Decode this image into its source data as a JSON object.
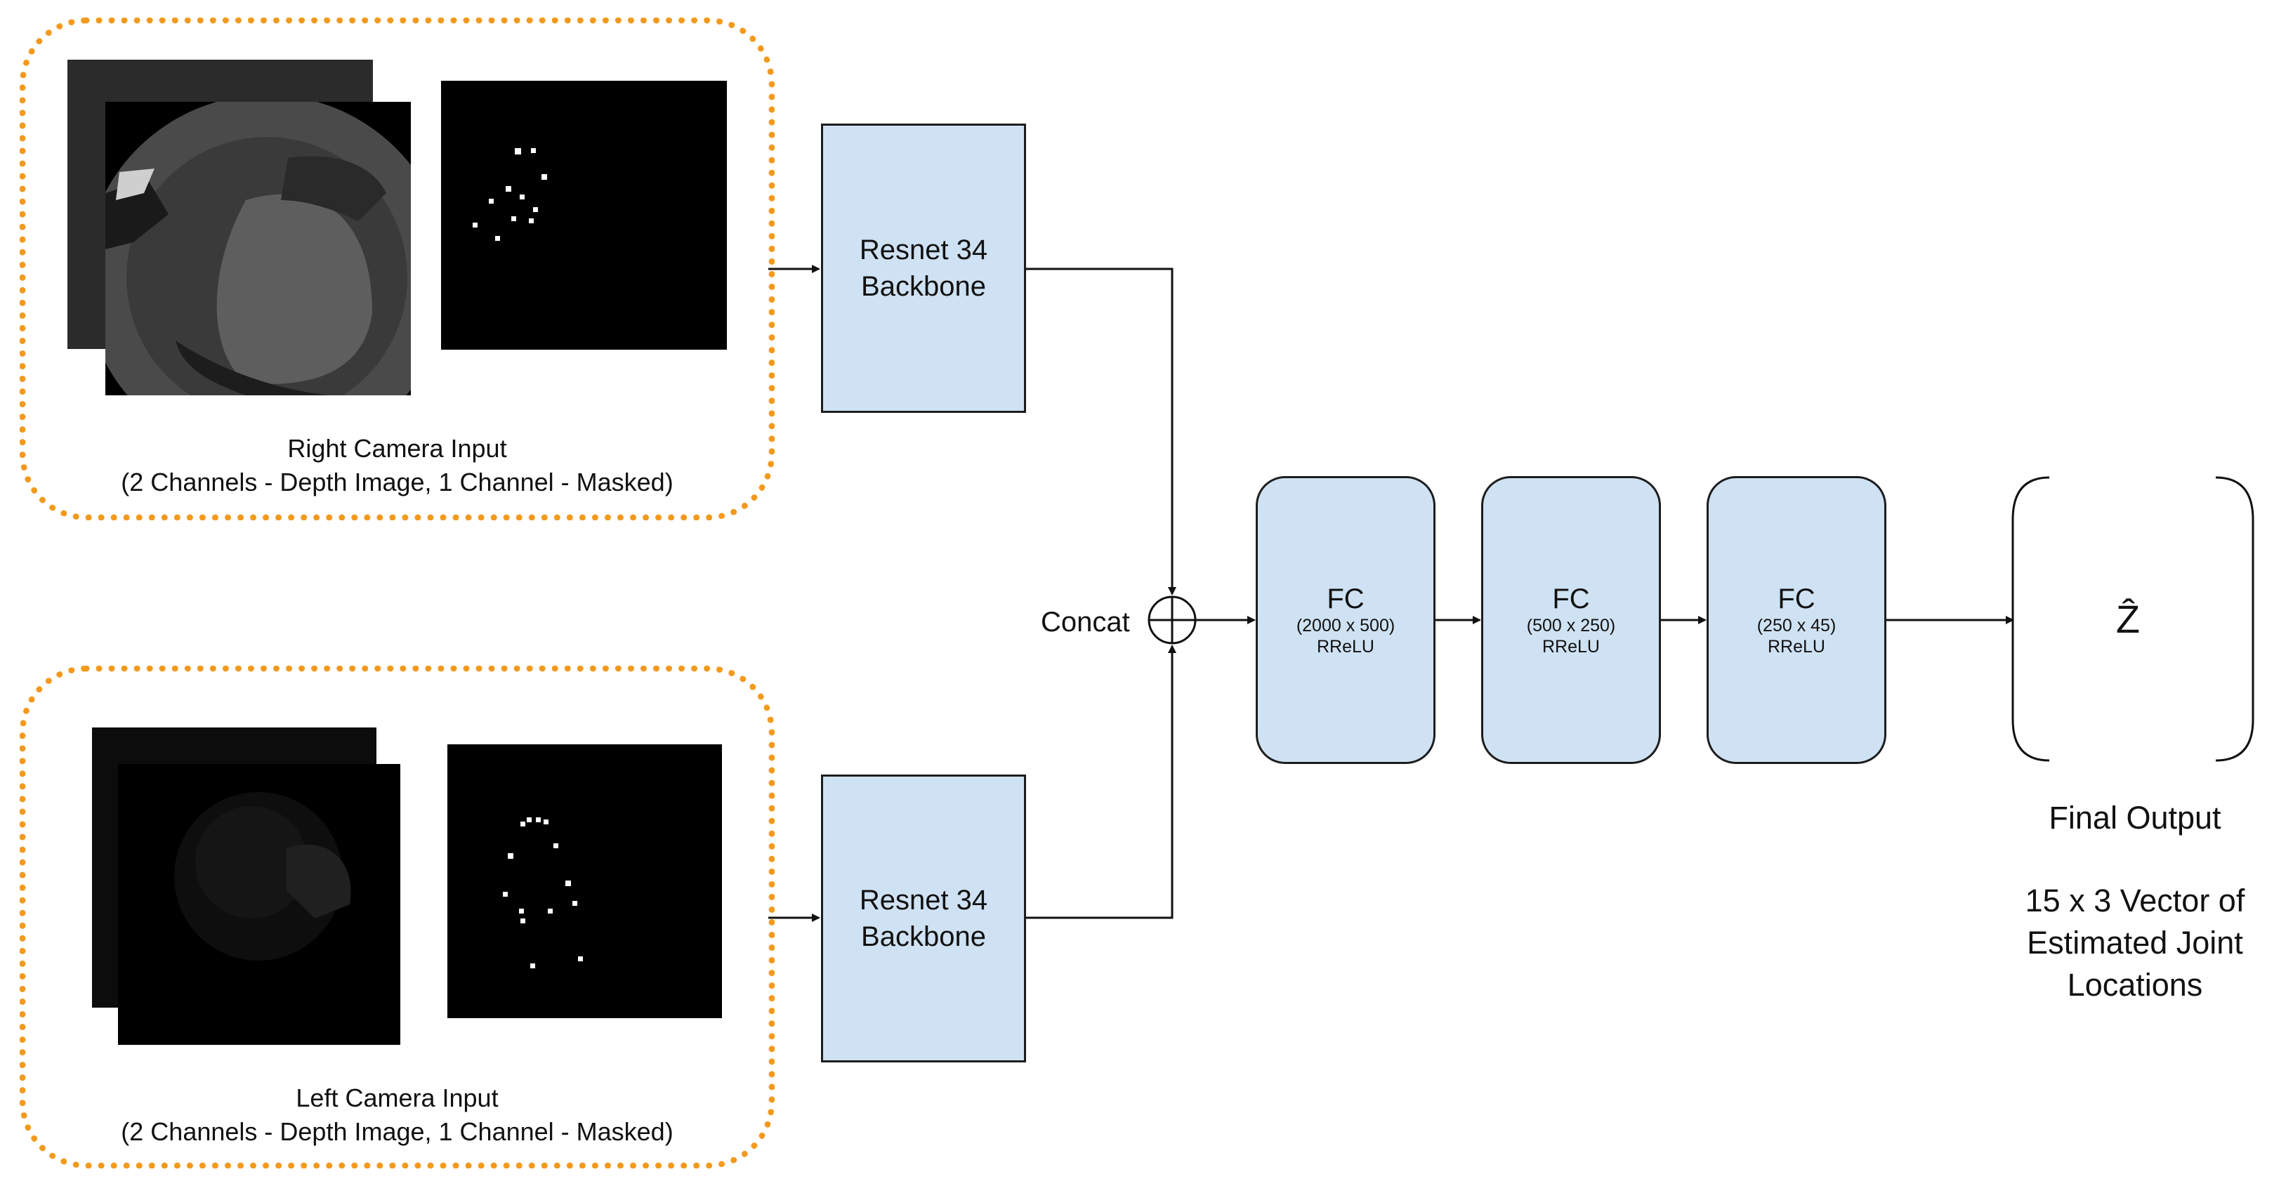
{
  "inputs": {
    "right": {
      "caption_line1": "Right Camera Input",
      "caption_line2": "(2 Channels - Depth Image, 1 Channel - Masked)"
    },
    "left": {
      "caption_line1": "Left Camera Input",
      "caption_line2": "(2 Channels - Depth Image, 1 Channel - Masked)"
    }
  },
  "backbones": {
    "top": {
      "line1": "Resnet 34",
      "line2": "Backbone"
    },
    "bottom": {
      "line1": "Resnet 34",
      "line2": "Backbone"
    }
  },
  "concat": {
    "label": "Concat"
  },
  "fc_layers": [
    {
      "title": "FC",
      "dims": "(2000 x 500)",
      "activation": "RReLU"
    },
    {
      "title": "FC",
      "dims": "(500 x 250)",
      "activation": "RReLU"
    },
    {
      "title": "FC",
      "dims": "(250 x 45)",
      "activation": "RReLU"
    }
  ],
  "output": {
    "symbol": "Ẑ",
    "label": "Final Output",
    "desc_line1": "15 x 3 Vector of",
    "desc_line2": "Estimated Joint",
    "desc_line3": "Locations"
  },
  "colors": {
    "frame": "#f39a1e",
    "block_fill": "#cfe2f3",
    "block_stroke": "#1d1d1d"
  }
}
